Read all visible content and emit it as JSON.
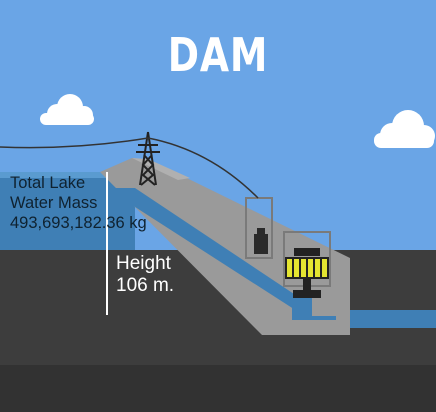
{
  "title": "DAM",
  "lake": {
    "mass_line1": "Total Lake",
    "mass_line2": "Water Mass",
    "mass_value": "493,693,182.36 kg"
  },
  "height": {
    "label": "Height",
    "value": "106 m."
  },
  "colors": {
    "sky": "#6aa5e6",
    "lake": "#3f7fb5",
    "ground": "#3d3d3d",
    "dam": "#9a9a9a",
    "penstock": "#3f7fb5",
    "generator": "#e4e531",
    "tailwater": "#3f7fb5"
  }
}
